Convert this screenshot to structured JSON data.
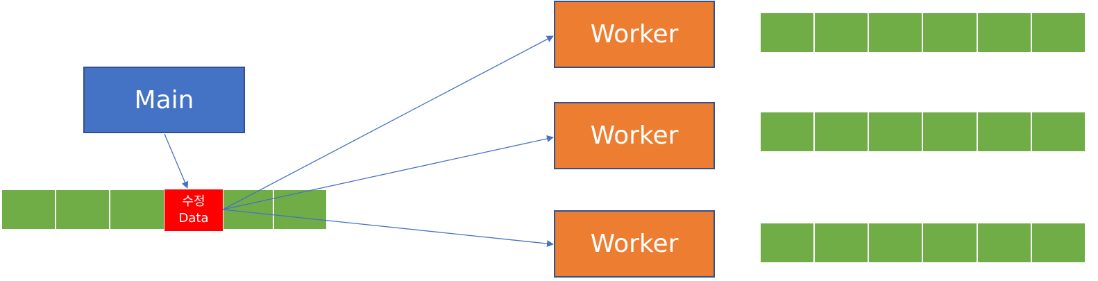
{
  "main": {
    "label": "Main"
  },
  "data_cell": {
    "line1": "수정",
    "line2": "Data"
  },
  "workers": [
    {
      "label": "Worker"
    },
    {
      "label": "Worker"
    },
    {
      "label": "Worker"
    }
  ],
  "colors": {
    "main_fill": "#4472c4",
    "worker_fill": "#ed7d31",
    "cell_fill": "#70ad47",
    "modified_cell_fill": "#ff0000",
    "box_border": "#2f528f",
    "arrow": "#4472c4"
  }
}
